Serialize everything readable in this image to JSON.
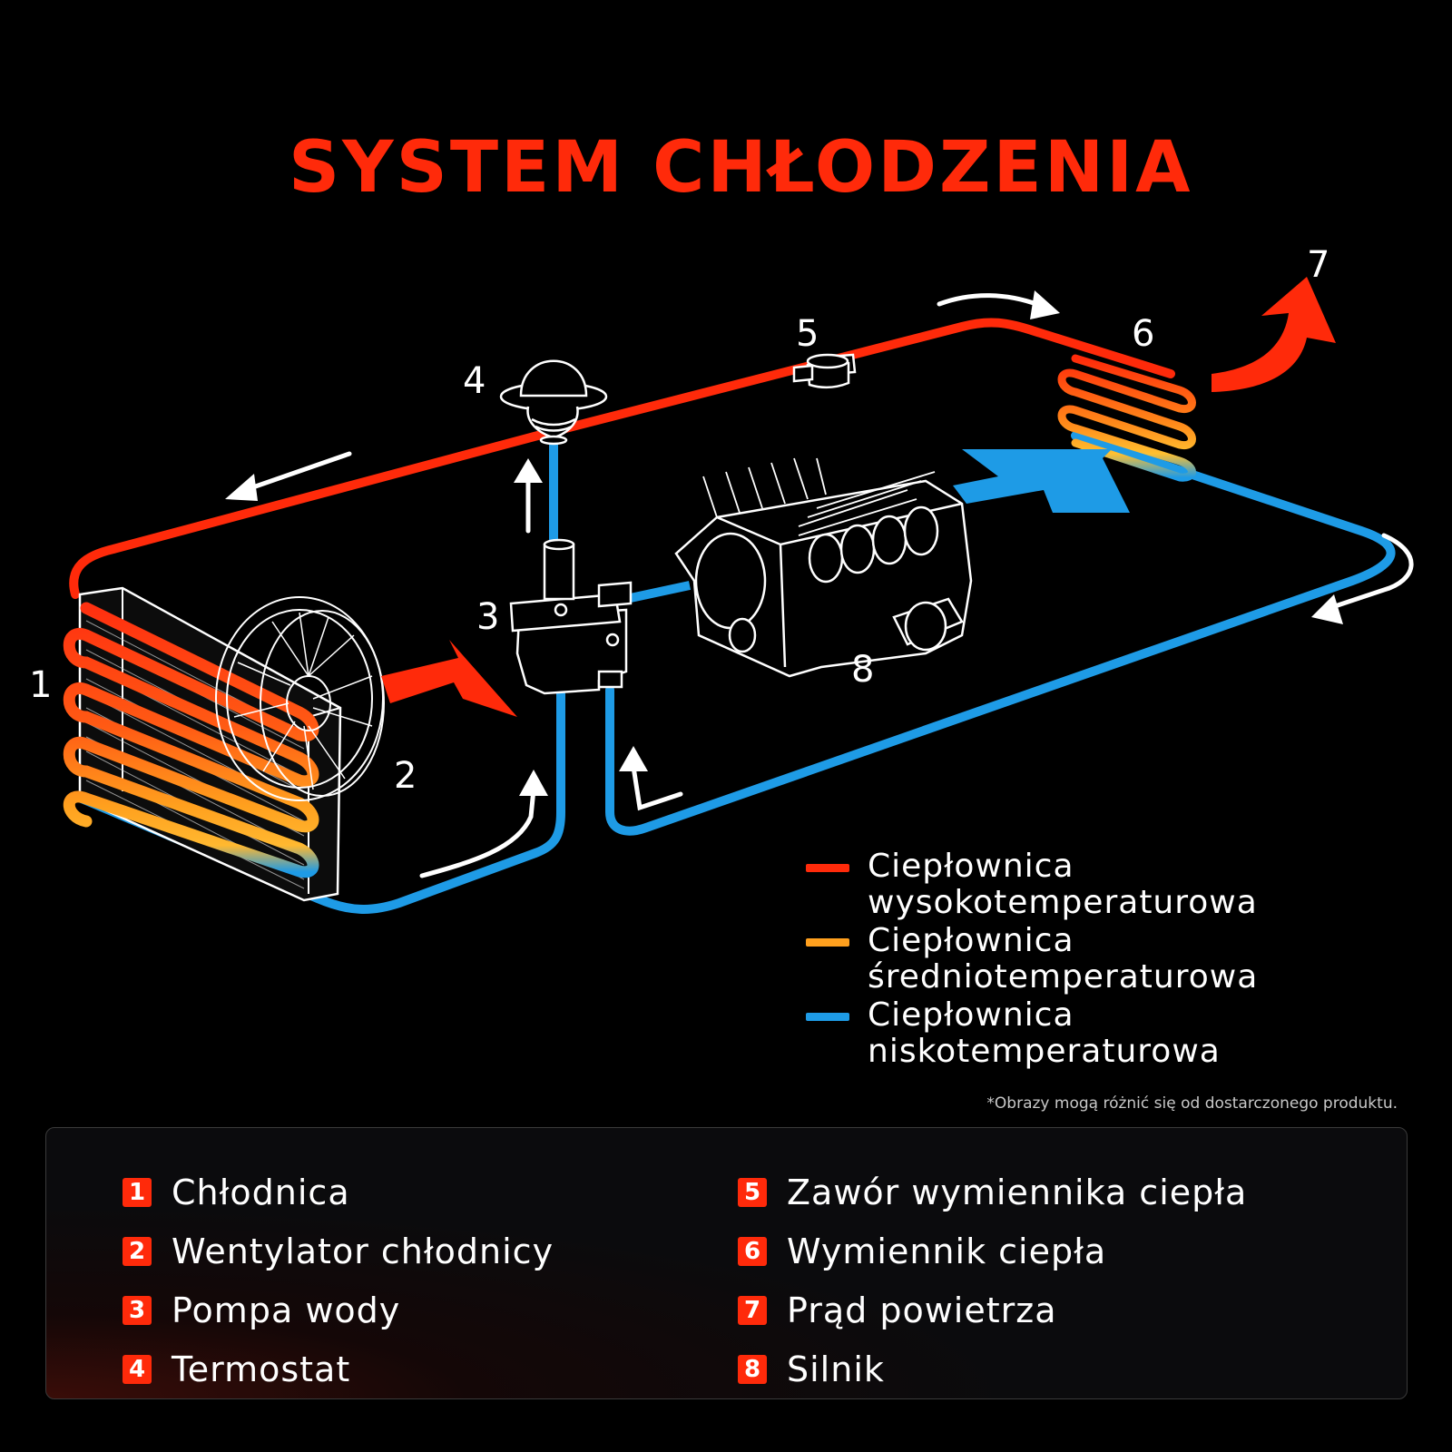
{
  "title": "SYSTEM CHŁODZENIA",
  "component_numbers": [
    "1",
    "2",
    "3",
    "4",
    "5",
    "6",
    "7",
    "8"
  ],
  "legend": [
    {
      "label_line1": "Ciepłownica",
      "label_line2": "wysokotemperaturowa",
      "color": "#ff2a0a"
    },
    {
      "label_line1": "Ciepłownica",
      "label_line2": "średniotemperaturowa",
      "color": "#ffa01e"
    },
    {
      "label_line1": "Ciepłownica",
      "label_line2": "niskotemperaturowa",
      "color": "#1e9be6"
    }
  ],
  "disclaimer": "*Obrazy mogą różnić się od dostarczonego produktu.",
  "parts": [
    {
      "num": "1",
      "label": "Chłodnica"
    },
    {
      "num": "2",
      "label": "Wentylator chłodnicy"
    },
    {
      "num": "3",
      "label": "Pompa wody"
    },
    {
      "num": "4",
      "label": "Termostat"
    },
    {
      "num": "5",
      "label": "Zawór wymiennika ciepła"
    },
    {
      "num": "6",
      "label": "Wymiennik ciepła"
    },
    {
      "num": "7",
      "label": "Prąd powietrza"
    },
    {
      "num": "8",
      "label": "Silnik"
    }
  ],
  "colors": {
    "accent": "#ff2a0a",
    "hot": "#ff2a0a",
    "medium": "#ffa01e",
    "cold": "#1e9be6",
    "background": "#000000"
  }
}
